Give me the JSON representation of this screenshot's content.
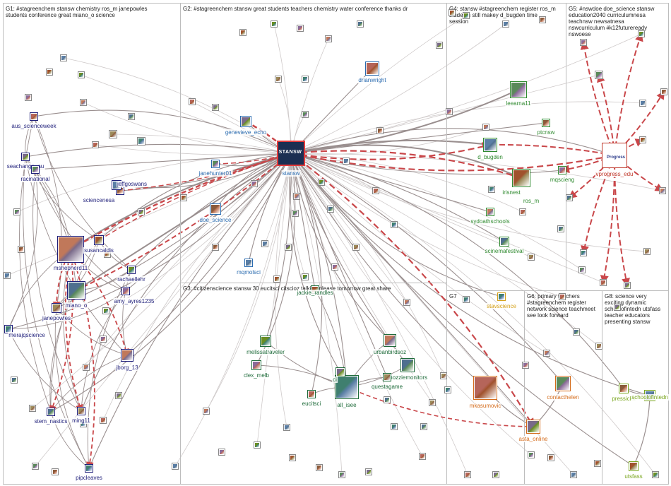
{
  "colors": {
    "edge_gray": "#9a8f8f",
    "edge_light": "#cfcaca",
    "edge_red": "#c9474a",
    "group_border": "#bdbdbd"
  },
  "groups": [
    {
      "id": "G1",
      "title": "G1: #stagreenchem stansw chemistry ros_m janepowles\nstudents conference great miano_o science",
      "color": "#1f1f7a"
    },
    {
      "id": "G2",
      "title": "G2: #stagreenchem stansw great students teachers chemistry water conference thanks dr",
      "color": "#2b6cb0"
    },
    {
      "id": "G3",
      "title": "G3: #citizenscience stansw 30 eucitsci citscioz talking please tomorrow great share",
      "color": "#1e6b3a"
    },
    {
      "id": "G4",
      "title": "G4: stansw #stagreenchem register ros_m\nstudents still makey d_bugden time\nsession",
      "color": "#2f8a2f"
    },
    {
      "id": "G5",
      "title": "G5: #nswdoe doe_science stansw\neducation2040 curriculumnesa\nteachnsw newsatnesa\nnswcurriculum #k12futureready\nnswoese",
      "color": "#c0392b"
    },
    {
      "id": "G6",
      "title": "G6: primary teachers\n#stagreenchem register\nnetwork science teachmeet\nsee look forward",
      "color": "#d4a017"
    },
    {
      "id": "G7",
      "title": "G7",
      "color": "#d46b1a"
    },
    {
      "id": "G8",
      "title": "G8: science very\nexciting dynamic\nschoolofintedn utsfass\nteacher educators\npresenting stansw",
      "color": "#7aa61f"
    }
  ],
  "labeled_nodes": [
    {
      "id": "stansw",
      "label": "stansw",
      "color": "#2b6cb0"
    },
    {
      "id": "mshepherd11",
      "label": "mshepherd11",
      "color": "#1f1f7a"
    },
    {
      "id": "miano_o",
      "label": "miano_o",
      "color": "#1f1f7a"
    },
    {
      "id": "janepowles",
      "label": "janepowles",
      "color": "#1f1f7a"
    },
    {
      "id": "merajqscience",
      "label": "merajqscience",
      "color": "#1f1f7a"
    },
    {
      "id": "aus_scienceweek",
      "label": "aus_scienceweek",
      "color": "#1f1f7a"
    },
    {
      "id": "seachange_au",
      "label": "seachange_au",
      "color": "#1f1f7a"
    },
    {
      "id": "racinational",
      "label": "racinational",
      "color": "#1f1f7a"
    },
    {
      "id": "sciencenesa",
      "label": "sciencenesa",
      "color": "#1f1f7a"
    },
    {
      "id": "jeffgoswans",
      "label": "jeffgoswans",
      "color": "#1f1f7a"
    },
    {
      "id": "susancaldis",
      "label": "susancaldis",
      "color": "#1f1f7a"
    },
    {
      "id": "rachaellehr",
      "label": "rachaellehr",
      "color": "#1f1f7a"
    },
    {
      "id": "amy_ayres1235",
      "label": "amy_ayres1235",
      "color": "#1f1f7a"
    },
    {
      "id": "jborg_13",
      "label": "jborg_13",
      "color": "#1f1f7a"
    },
    {
      "id": "stem_nastics",
      "label": "stem_nastics",
      "color": "#1f1f7a"
    },
    {
      "id": "ming11",
      "label": "ming11",
      "color": "#1f1f7a"
    },
    {
      "id": "pipcleaves",
      "label": "pipcleaves",
      "color": "#1f1f7a"
    },
    {
      "id": "drianwright",
      "label": "drianwright",
      "color": "#2b6cb0"
    },
    {
      "id": "genevieve_echo",
      "label": "genevieve_echo",
      "color": "#2b6cb0"
    },
    {
      "id": "janehunter01",
      "label": "janehunter01",
      "color": "#2b6cb0"
    },
    {
      "id": "doe_science",
      "label": "doe_science",
      "color": "#2b6cb0"
    },
    {
      "id": "mqmolsci",
      "label": "mqmolsci",
      "color": "#2b6cb0"
    },
    {
      "id": "jackie_randles",
      "label": "jackie_randles",
      "color": "#1e6b3a"
    },
    {
      "id": "melissatraveler",
      "label": "melissatraveler",
      "color": "#1e6b3a"
    },
    {
      "id": "clex_melb",
      "label": "clex_melb",
      "color": "#1e6b3a"
    },
    {
      "id": "urbanbirdsoz",
      "label": "urbanbirdsoz",
      "color": "#1e6b3a"
    },
    {
      "id": "mozziemonitors",
      "label": "mozziemonitors",
      "color": "#1e6b3a"
    },
    {
      "id": "questagame",
      "label": "questagame",
      "color": "#1e6b3a"
    },
    {
      "id": "all_isee",
      "label": "all_isee",
      "color": "#1e6b3a"
    },
    {
      "id": "eucitsci",
      "label": "eucitsci",
      "color": "#1e6b3a"
    },
    {
      "id": "citscioz",
      "label": "ci",
      "color": "#1e6b3a"
    },
    {
      "id": "leearna11",
      "label": "leearna11",
      "color": "#2f8a2f"
    },
    {
      "id": "ptcnsw",
      "label": "ptcnsw",
      "color": "#2f8a2f"
    },
    {
      "id": "d_bugden",
      "label": "d_bugden",
      "color": "#2f8a2f"
    },
    {
      "id": "irisnest",
      "label": "irisnest",
      "color": "#2f8a2f"
    },
    {
      "id": "ros_m",
      "label": "ros_m",
      "color": "#2f8a2f"
    },
    {
      "id": "mqscieng",
      "label": "mqscieng",
      "color": "#2f8a2f"
    },
    {
      "id": "sydoathschools",
      "label": "sydoathschools",
      "color": "#2f8a2f"
    },
    {
      "id": "scinemafestival",
      "label": "scinemafestival",
      "color": "#2f8a2f"
    },
    {
      "id": "vprogress_edu",
      "label": "vprogress_edu",
      "color": "#c0392b"
    },
    {
      "id": "stavscience",
      "label": "stavscience",
      "color": "#d4a017"
    },
    {
      "id": "mkasumovic",
      "label": "mkasumovic",
      "color": "#d46b1a"
    },
    {
      "id": "asta_online",
      "label": "asta_online",
      "color": "#d46b1a"
    },
    {
      "id": "contacthelen",
      "label": "contacthelen",
      "color": "#d46b1a"
    },
    {
      "id": "pressickk",
      "label": "pressickk",
      "color": "#7aa61f"
    },
    {
      "id": "schoolofintedn",
      "label": "schoolofintedn",
      "color": "#7aa61f"
    },
    {
      "id": "utsfass",
      "label": "utsfass",
      "color": "#7aa61f"
    }
  ],
  "logo_text": {
    "stansw": "STANSW",
    "vprogress": "Progress"
  }
}
